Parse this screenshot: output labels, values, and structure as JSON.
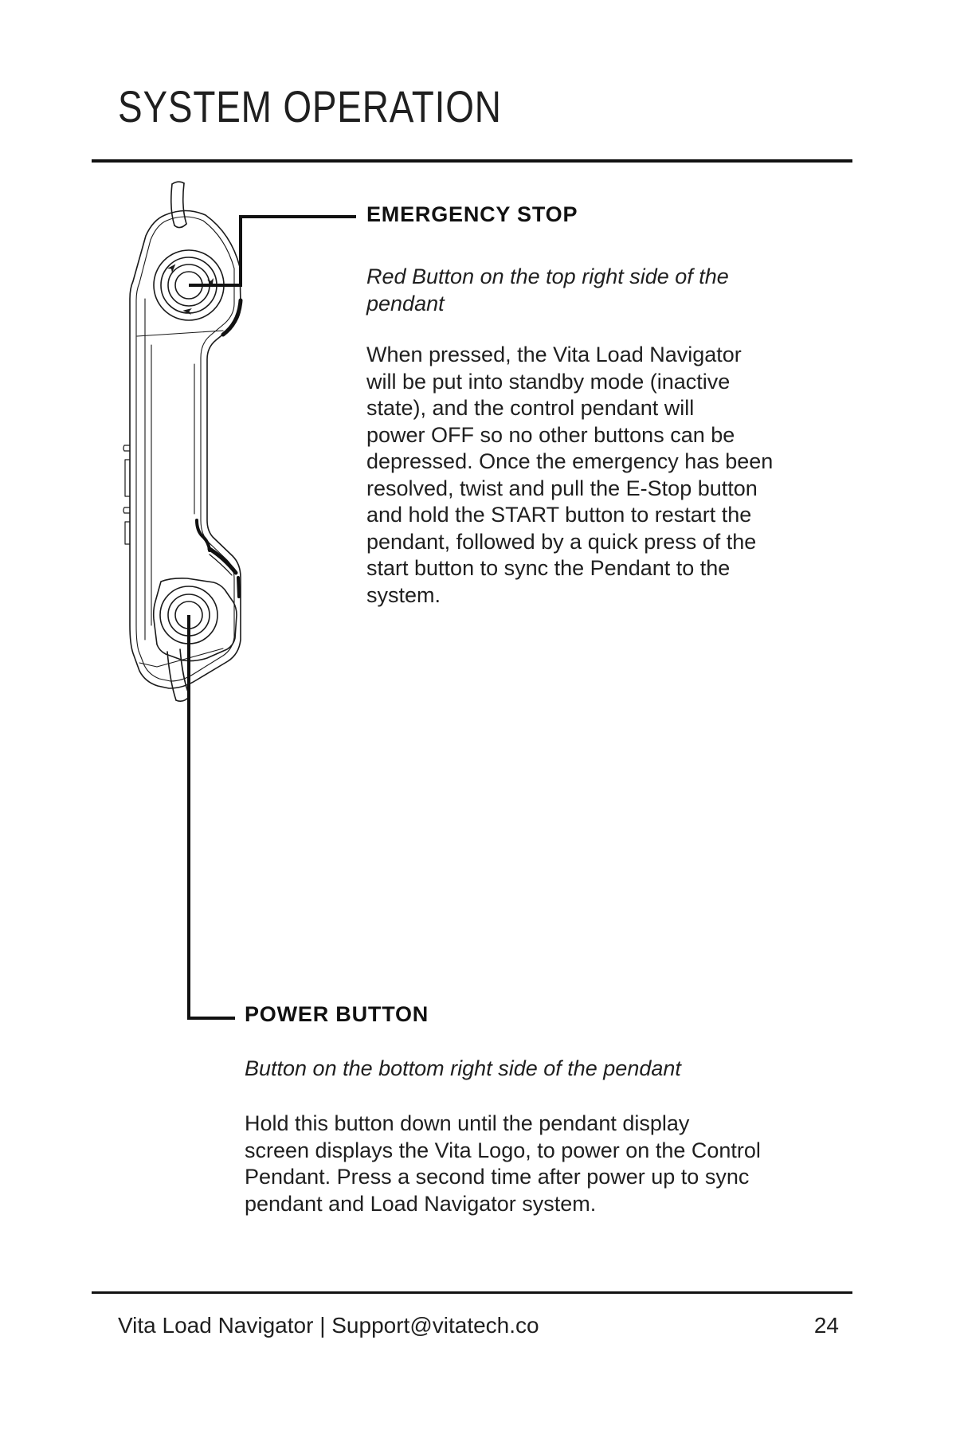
{
  "page": {
    "title": "SYSTEM OPERATION",
    "footer_text": "Vita Load Navigator | Support@vitatech.co",
    "page_number": "24"
  },
  "figure": {
    "name": "control-pendant-line-drawing",
    "callouts": [
      "emergency-stop-button",
      "power-button"
    ]
  },
  "sections": {
    "emergency_stop": {
      "heading": "EMERGENCY STOP",
      "subtitle": "Red Button on the top right side of the\npendant",
      "body": "When pressed, the Vita Load Navigator\nwill be put into standby mode (inactive\nstate), and the control pendant will\npower OFF so no other buttons can be\ndepressed. Once the emergency has been\nresolved, twist and pull the E-Stop button\nand hold the START button to restart the\npendant, followed by a quick press of the\nstart button to sync the Pendant to the\nsystem."
    },
    "power_button": {
      "heading": "POWER BUTTON",
      "subtitle": "Button on the bottom right side of the pendant",
      "body": "Hold this button down until the pendant display\nscreen displays the Vita Logo, to power on the Control\nPendant. Press a second time after power up to sync\npendant and Load Navigator system."
    }
  },
  "colors": {
    "text": "#1a1a1a",
    "line": "#111111",
    "background": "#ffffff"
  }
}
